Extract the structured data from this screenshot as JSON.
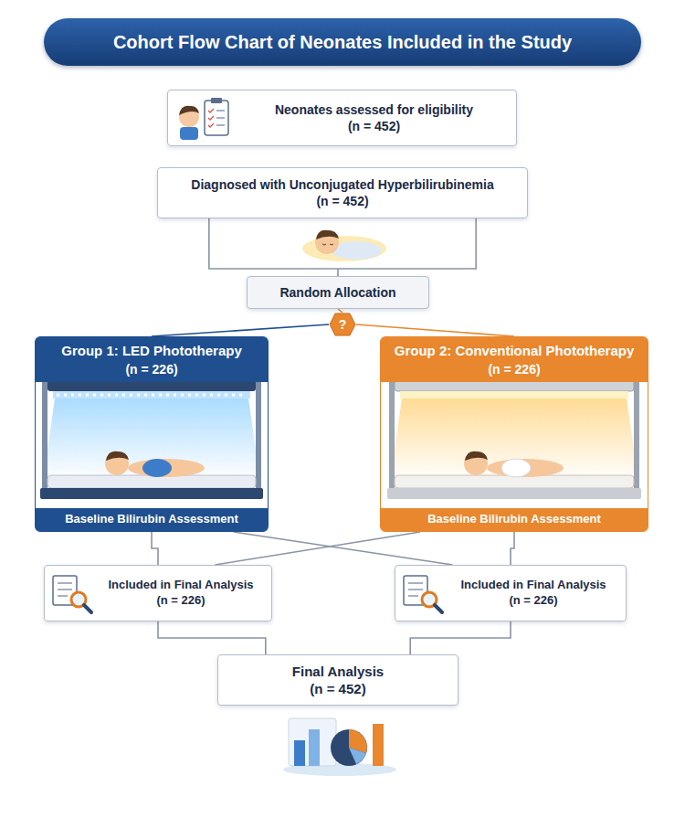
{
  "diagram": {
    "title": "Cohort Flow Chart of Neonates Included in the Study",
    "nodes": [
      {
        "text": [
          "Neonates assessed for eligibility",
          "(n = 452)"
        ]
      },
      {
        "text": [
          "Diagnosed with Unconjugated Hyperbilirubinemia",
          "(n = 452)"
        ]
      },
      {
        "text": [
          "Random Allocation"
        ]
      },
      {
        "text": [
          "?"
        ]
      },
      {
        "text": [
          "Group 1: LED Phototherapy",
          "(n = 226)",
          "Baseline Bilirubin Assessment"
        ]
      },
      {
        "text": [
          "Group 2: Conventional Phototherapy",
          "(n = 226)",
          "Baseline Bilirubin Assessment"
        ]
      },
      {
        "text": [
          "Included in Final Analysis",
          "(n = 226)"
        ]
      },
      {
        "text": [
          "Included in Final Analysis",
          "(n = 226)"
        ]
      },
      {
        "text": [
          "Final Analysis",
          "(n = 452)"
        ]
      }
    ],
    "edges": [
      {
        "from": 1,
        "to": 2,
        "arrow": "none"
      },
      {
        "from": 2,
        "to": 3,
        "arrow": "none"
      },
      {
        "from": 3,
        "to": 4,
        "arrow": "none"
      },
      {
        "from": 3,
        "to": 5,
        "arrow": "none"
      },
      {
        "from": 4,
        "to": 6,
        "arrow": "none"
      },
      {
        "from": 5,
        "to": 7,
        "arrow": "none"
      },
      {
        "from": 4,
        "to": 7,
        "arrow": "none"
      },
      {
        "from": 5,
        "to": 6,
        "arrow": "none"
      },
      {
        "from": 6,
        "to": 8,
        "arrow": "none"
      },
      {
        "from": 7,
        "to": 8,
        "arrow": "none"
      }
    ]
  }
}
